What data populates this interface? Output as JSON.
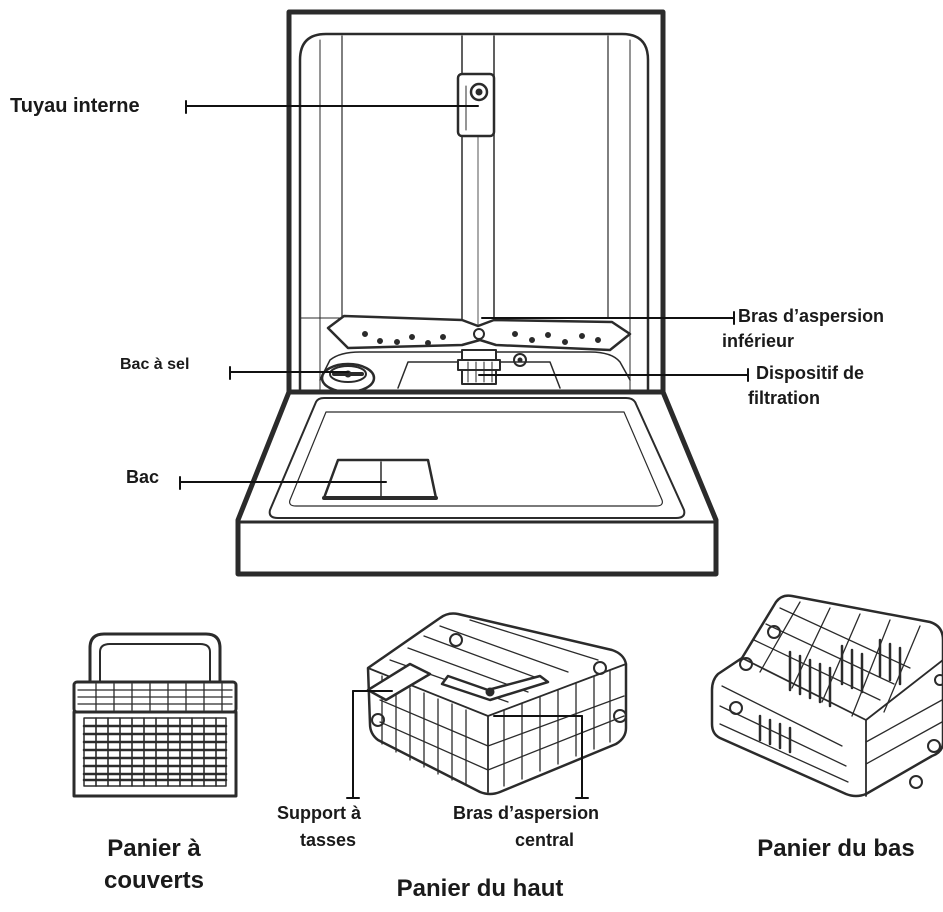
{
  "labels": {
    "inner_pipe": "Tuyau interne",
    "salt_container": "Bac à sel",
    "dispenser": "Bac",
    "lower_spray_arm_line1": "Bras d’aspersion",
    "lower_spray_arm_line2": "inférieur",
    "filter_line1": "Dispositif de",
    "filter_line2": "filtration",
    "cup_shelf_line1": "Support à",
    "cup_shelf_line2": "tasses",
    "middle_spray_arm_line1": "Bras d’aspersion",
    "middle_spray_arm_line2": "central"
  },
  "captions": {
    "cutlery_basket_line1": "Panier à",
    "cutlery_basket_line2": "couverts",
    "upper_basket": "Panier du haut",
    "lower_basket": "Panier du bas"
  }
}
